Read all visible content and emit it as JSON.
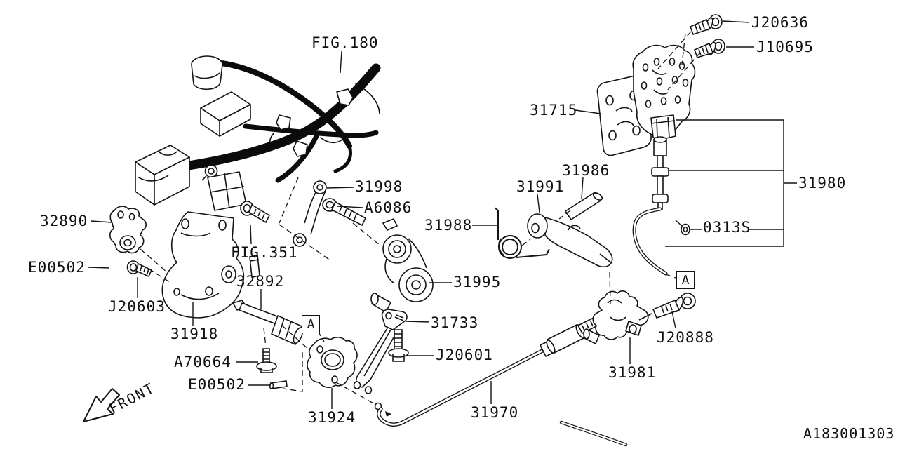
{
  "drawing_code": "A183001303",
  "front_label": "FRONT",
  "detail_marker": "A",
  "labels": [
    {
      "id": "fig-180",
      "text": "FIG.180"
    },
    {
      "id": "j20636",
      "text": "J20636"
    },
    {
      "id": "j10695",
      "text": "J10695"
    },
    {
      "id": "p31715",
      "text": "31715"
    },
    {
      "id": "p31986",
      "text": "31986"
    },
    {
      "id": "p31991",
      "text": "31991"
    },
    {
      "id": "p31980",
      "text": "31980"
    },
    {
      "id": "p0313s",
      "text": "0313S"
    },
    {
      "id": "p31998",
      "text": "31998"
    },
    {
      "id": "a6086",
      "text": "A6086"
    },
    {
      "id": "p31988",
      "text": "31988"
    },
    {
      "id": "p32890",
      "text": "32890"
    },
    {
      "id": "e00502-left",
      "text": "E00502"
    },
    {
      "id": "fig-351",
      "text": "FIG.351"
    },
    {
      "id": "j20603",
      "text": "J20603"
    },
    {
      "id": "p32892",
      "text": "32892"
    },
    {
      "id": "p31918",
      "text": "31918"
    },
    {
      "id": "p31995",
      "text": "31995"
    },
    {
      "id": "p31733",
      "text": "31733"
    },
    {
      "id": "j20601",
      "text": "J20601"
    },
    {
      "id": "a70664",
      "text": "A70664"
    },
    {
      "id": "e00502-bottom",
      "text": "E00502"
    },
    {
      "id": "p31924",
      "text": "31924"
    },
    {
      "id": "p31970",
      "text": "31970"
    },
    {
      "id": "p31981",
      "text": "31981"
    },
    {
      "id": "j20888",
      "text": "J20888"
    }
  ],
  "line_color": "#141414"
}
